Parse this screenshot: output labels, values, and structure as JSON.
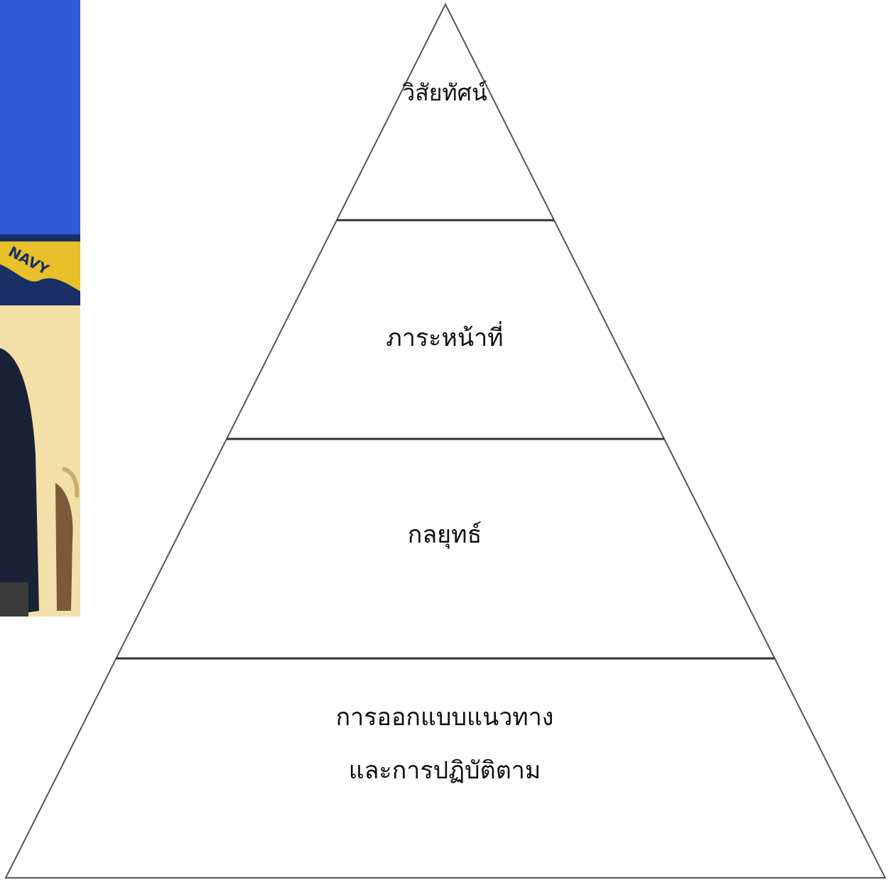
{
  "pyramid": {
    "levels": [
      {
        "lines": [
          "วิสัยทัศน์"
        ]
      },
      {
        "lines": [
          "ภาระหน้าที่"
        ]
      },
      {
        "lines": [
          "กลยุทธ์"
        ]
      },
      {
        "lines": [
          "การออกแบบแนวทาง",
          "และการปฏิบัติตาม"
        ]
      }
    ]
  },
  "photo": {
    "banner_text": "NAVY"
  },
  "colors": {
    "photo_blue": "#2f5bd8",
    "flag_navy": "#1a2f66",
    "flag_yellow": "#e7c02a",
    "chair_cream": "#f3dfa8",
    "suit_dark": "#1a2238",
    "outline": "#555555"
  }
}
